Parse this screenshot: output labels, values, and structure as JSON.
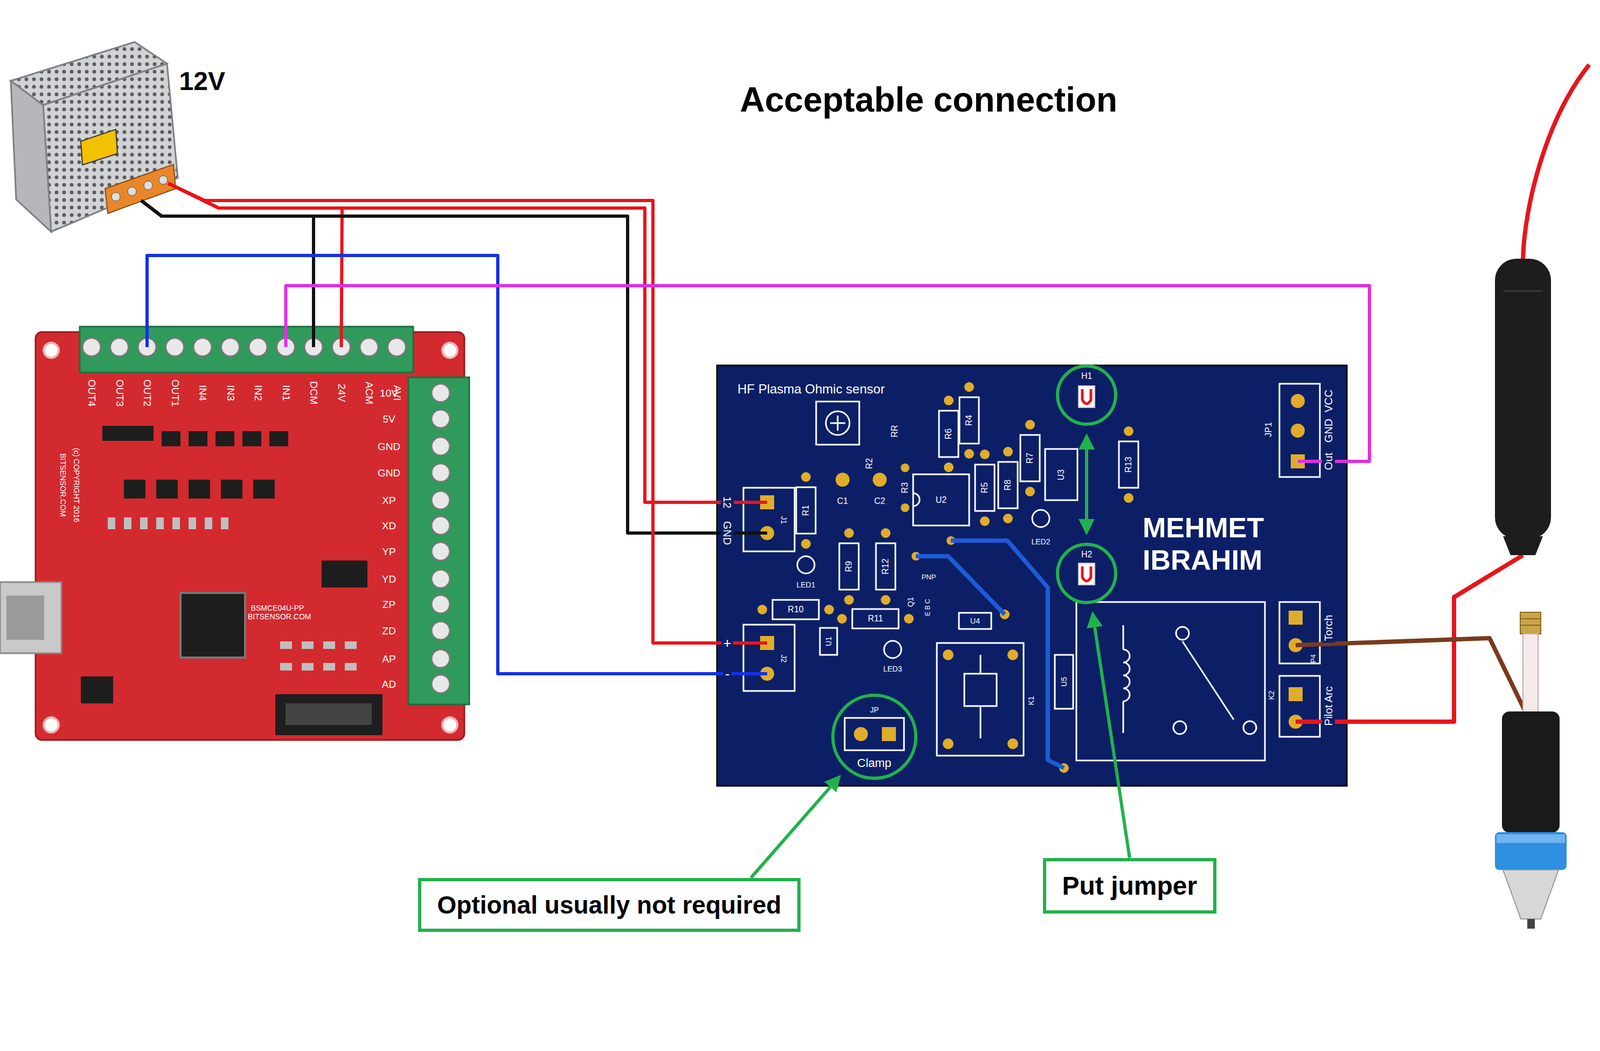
{
  "diagram": {
    "title": "Acceptable connection",
    "nodes": [
      {
        "text": [
          "12V"
        ]
      },
      {
        "text": [
          "BSMCE04U-PP BITSENSOR.COM"
        ]
      },
      {
        "text": [
          "HF Plasma Ohmic sensor",
          "MEHMET IBRAHIM"
        ]
      },
      {
        "text": [
          "H1"
        ],
        "in": 2
      },
      {
        "text": [
          "H2"
        ],
        "in": 2
      },
      {
        "text": [
          "JP",
          "Clamp"
        ],
        "in": 2
      },
      {
        "text": [
          "Optional usually not required"
        ]
      },
      {
        "text": [
          "Put jumper"
        ]
      }
    ],
    "edges": [
      {
        "from": 0,
        "to": 1,
        "arrow": "none"
      },
      {
        "from": 0,
        "to": 1,
        "arrow": "none"
      },
      {
        "from": 0,
        "to": 2,
        "arrow": "none"
      },
      {
        "from": 0,
        "to": 2,
        "arrow": "none"
      },
      {
        "from": 0,
        "to": 2,
        "arrow": "none"
      },
      {
        "from": 1,
        "to": 2,
        "arrow": "none"
      },
      {
        "from": 1,
        "to": 2,
        "arrow": "none"
      },
      {
        "from": 7,
        "to": 4,
        "arrow": "to"
      },
      {
        "from": 3,
        "to": 4,
        "arrow": "both"
      },
      {
        "from": 6,
        "to": 5,
        "arrow": "to"
      }
    ],
    "labels": [
      "OUT4",
      "OUT3",
      "OUT2",
      "OUT1",
      "IN4",
      "IN3",
      "IN2",
      "IN1",
      "DCM",
      "24V",
      "ACM",
      "AVI",
      "10V",
      "5V",
      "GND",
      "GND",
      "XP",
      "XD",
      "YP",
      "YD",
      "ZP",
      "ZD",
      "AP",
      "AD",
      "BITSENSOR.COM",
      "(c) COPYRIGHT 2016",
      "12",
      "GND",
      "J1",
      "+",
      "-",
      "J2",
      "JP1",
      "Out",
      "GND",
      "VCC",
      "Torch",
      "P4",
      "Pilot Arc",
      "K2",
      "K1",
      "R1",
      "R2",
      "R3",
      "R4",
      "R5",
      "R6",
      "R7",
      "R8",
      "R9",
      "R10",
      "R11",
      "R12",
      "R13",
      "RR",
      "C1",
      "C2",
      "U1",
      "U2",
      "U3",
      "U4",
      "U5",
      "LED1",
      "LED2",
      "LED3",
      "Q1",
      "PNP",
      "E B C"
    ]
  }
}
